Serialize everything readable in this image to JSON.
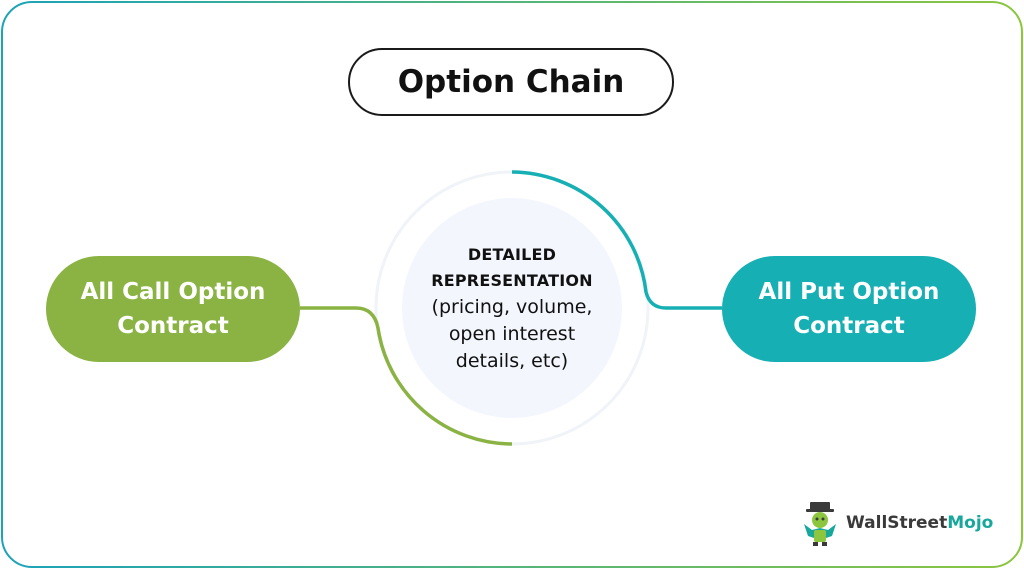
{
  "title": "Option Chain",
  "left_node": {
    "line1": "All Call Option",
    "line2": "Contract"
  },
  "right_node": {
    "line1": "All Put Option",
    "line2": "Contract"
  },
  "center": {
    "heading1": "DETAILED",
    "heading2": "REPRESENTATION",
    "body1": "(pricing, volume,",
    "body2": "open interest",
    "body3": "details, etc)"
  },
  "logo": {
    "part1": "WallStreet",
    "part2": "Mojo",
    "icon": "mascot-icon"
  },
  "colors": {
    "call": "#8ab343",
    "put": "#16afb4",
    "frame_start": "#1ba3b8",
    "frame_end": "#8cc63f",
    "center_bg": "#f3f7fd"
  }
}
